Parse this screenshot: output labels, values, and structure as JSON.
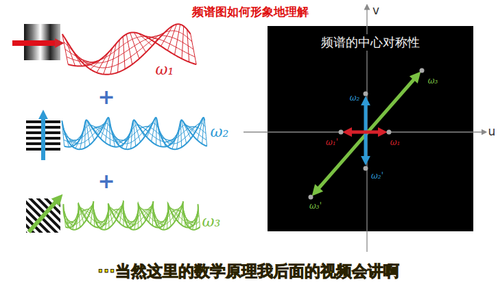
{
  "diagram": {
    "title": "频谱图如何形象地理解",
    "caption": "···当然这里的数学原理我后面的视频会讲啊",
    "nodes": [
      {
        "text": [
          "频谱的中心对称性"
        ]
      }
    ],
    "labels": [
      "ω₁",
      "+",
      "ω₂",
      "+",
      "ω₃",
      "v",
      "u",
      "ω₂",
      "ω₃",
      "ω₁'",
      "ω₁",
      "ω₂'",
      "ω₃'"
    ]
  }
}
